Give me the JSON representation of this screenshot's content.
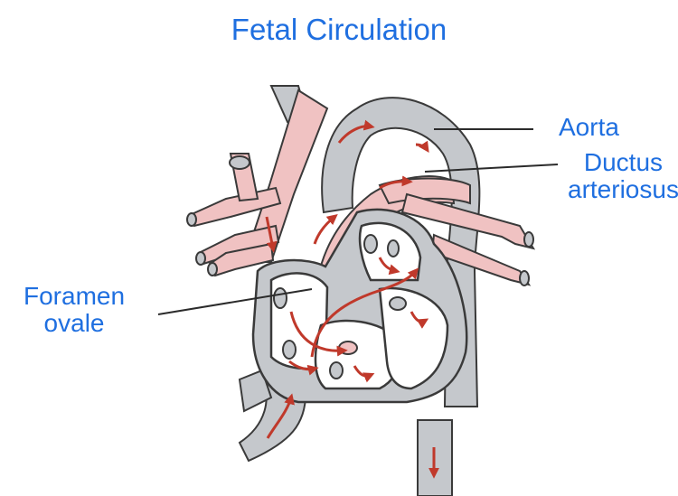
{
  "title": "Fetal Circulation",
  "labels": {
    "aorta": "Aorta",
    "ductus_line1": "Ductus",
    "ductus_line2": "arteriosus",
    "foramen_line1": "Foramen",
    "foramen_line2": "ovale"
  },
  "colors": {
    "title_text": "#1f6fe0",
    "oxygenated_vessel": "#f0c2c2",
    "deoxygenated_vessel": "#c5c8cc",
    "flow_arrow": "#c0392b",
    "outline": "#3a3a3a"
  }
}
